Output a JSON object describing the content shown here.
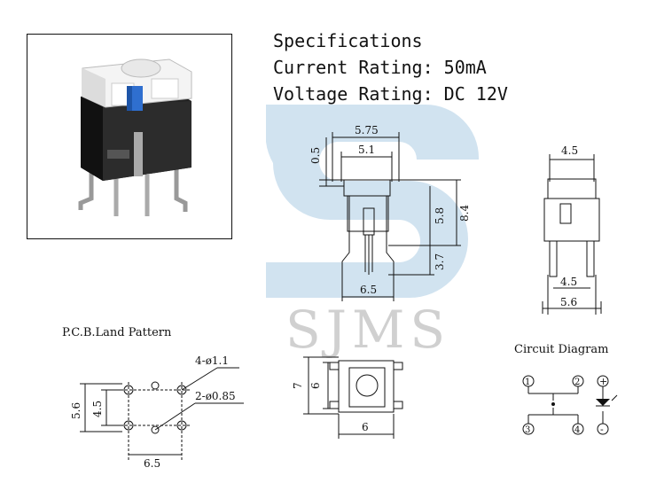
{
  "specs": {
    "title": "Specifications",
    "current": "Current Rating: 50mA",
    "voltage": "Voltage Rating: DC 12V"
  },
  "watermark": {
    "text": "SJMS",
    "color": "#cfe1ef"
  },
  "front_view": {
    "dims": {
      "top_outer": "5.75",
      "top_inner": "5.1",
      "cap_height": "0.5",
      "body_height": "5.8",
      "total_height": "8.4",
      "lead_height": "3.7",
      "lead_span": "6.5"
    }
  },
  "side_view": {
    "dims": {
      "top": "4.5",
      "bottom_inner": "4.5",
      "bottom_outer": "5.6"
    }
  },
  "pcb": {
    "title": "P.C.B.Land Pattern",
    "dims": {
      "holes_large": "4-ø1.1",
      "holes_small": "2-ø0.85",
      "outer_height": "5.6",
      "inner_height": "4.5",
      "width": "6.5"
    }
  },
  "top_view": {
    "dims": {
      "outer_height": "7",
      "inner_height": "6",
      "width": "6"
    }
  },
  "circuit": {
    "title": "Circuit Diagram",
    "pins": [
      "1",
      "2",
      "3",
      "4"
    ],
    "led_plus": "+",
    "led_minus": "-"
  },
  "colors": {
    "line": "#111111",
    "switch_blue": "#2f6fcf",
    "watermark": "#cfe1ef"
  }
}
